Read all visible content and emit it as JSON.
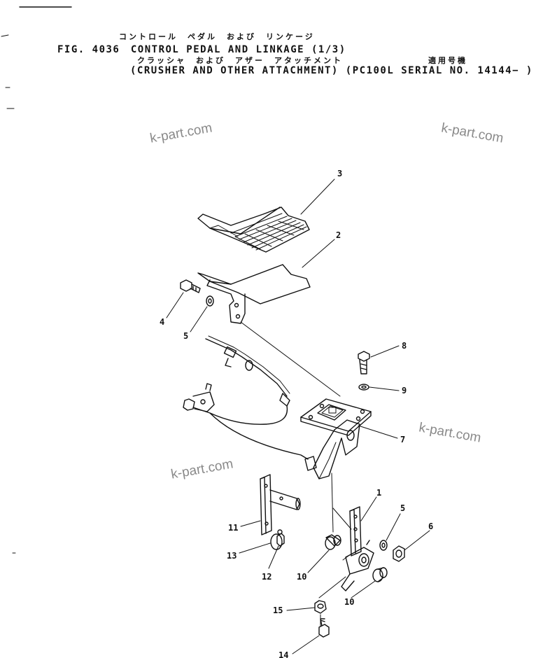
{
  "header": {
    "jp_line1": "コントロール　ペダル　および　リンケージ",
    "fig_line": "FIG. 4036　CONTROL PEDAL AND LINKAGE (1/3)",
    "jp_line2": "クラッシャ　および　アザー　アタッチメント",
    "jp_applicable": "適用号機",
    "sub_line": "(CRUSHER AND OTHER ATTACHMENT) (PC100L SERIAL NO. 14144− )"
  },
  "watermarks": [
    "k-part.com",
    "k-part.com",
    "k-part.com",
    "k-part.com"
  ],
  "callouts": [
    "3",
    "2",
    "4",
    "5",
    "8",
    "9",
    "7",
    "1",
    "5",
    "6",
    "11",
    "13",
    "12",
    "10",
    "10",
    "15",
    "14"
  ]
}
